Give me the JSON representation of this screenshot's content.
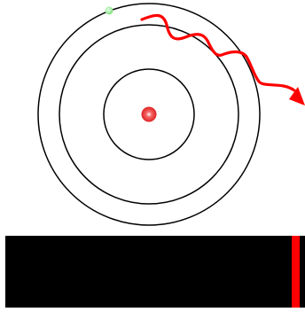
{
  "diagram": {
    "nucleus": {
      "color": "#e82020"
    },
    "orbits": [
      {
        "level": 1
      },
      {
        "level": 2
      },
      {
        "level": 3
      }
    ],
    "electron": {
      "color": "#8ef08e",
      "orbit_level": 3
    },
    "photon": {
      "color": "#ff0000"
    },
    "spectrum": {
      "background_color": "#000000",
      "line_color": "#ff0000"
    }
  }
}
